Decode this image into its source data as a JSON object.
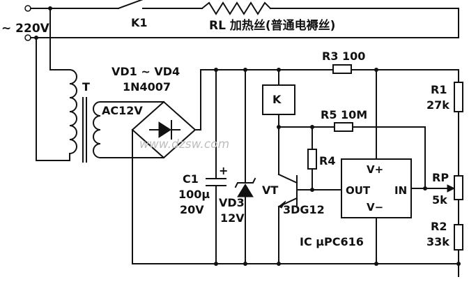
{
  "labels": {
    "supply": "~ 220V",
    "switch_k1": "K1",
    "heater": "RL 加热丝(普通电褥丝)",
    "transformer": "T",
    "transformer_secondary": "AC12V",
    "bridge_name": "VD1 ~ VD4",
    "bridge_part": "1N4007",
    "relay": "K",
    "r3": "R3 100",
    "r5": "R5 10M",
    "r4": "R4",
    "r1_name": "R1",
    "r1_value": "27k",
    "rp_name": "RP",
    "rp_value": "5k",
    "r2_name": "R2",
    "r2_value": "33k",
    "c1_name": "C1",
    "c1_value1": "100μ",
    "c1_value2": "20V",
    "c1_plus": "+",
    "vd3_name": "VD3",
    "vd3_value": "12V",
    "vt": "VT",
    "vt_part": "3DG12",
    "ic_vplus": "V+",
    "ic_vminus": "V−",
    "ic_out": "OUT",
    "ic_in": "IN",
    "ic_name": "IC μPC616",
    "watermark": "www.dzsw.com"
  }
}
